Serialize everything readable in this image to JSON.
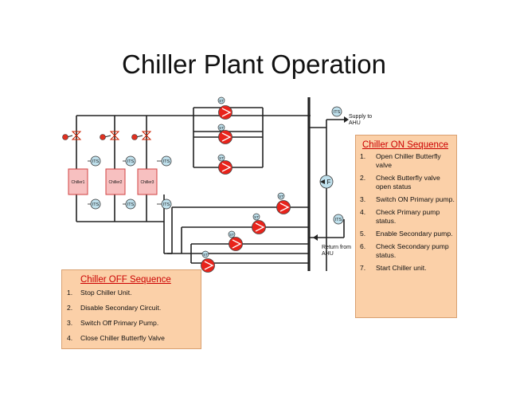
{
  "title": "Chiller Plant Operation",
  "labels": {
    "supply": "Supply to AHU",
    "return": "Return from AHU",
    "its": "ITS",
    "flow_meter": "F"
  },
  "chillers": [
    "Chiller1",
    "Chiller2",
    "Chiller3"
  ],
  "on_sequence": {
    "heading": "Chiller ON Sequence",
    "items": [
      {
        "num": "1.",
        "text": "Open Chiller Butterfly valve"
      },
      {
        "num": "2.",
        "text": "Check Butterfly valve open status"
      },
      {
        "num": "3.",
        "text": "Switch ON Primary pump."
      },
      {
        "num": "4.",
        "text": "Check Primary pump status."
      },
      {
        "num": "5.",
        "text": "Enable Secondary pump."
      },
      {
        "num": "6.",
        "text": "Check Secondary pump status."
      },
      {
        "num": "7.",
        "text": "Start Chiller unit."
      }
    ]
  },
  "off_sequence": {
    "heading": "Chiller OFF Sequence",
    "items": [
      {
        "num": "1.",
        "text": "Stop Chiller Unit."
      },
      {
        "num": "2.",
        "text": "Disable Secondary Circuit."
      },
      {
        "num": "3.",
        "text": "Switch Off Primary Pump."
      },
      {
        "num": "4.",
        "text": "Close Chiller Butterfly Valve"
      }
    ]
  },
  "colors": {
    "pump": "#e8231b",
    "chiller_fill": "#f7c0c0",
    "chiller_stroke": "#d04040",
    "box_fill": "#fbd0a8",
    "heading": "#cc0000",
    "sensor": "#bfe0ec",
    "valve": "#cc2200",
    "motor": "#e03020"
  }
}
